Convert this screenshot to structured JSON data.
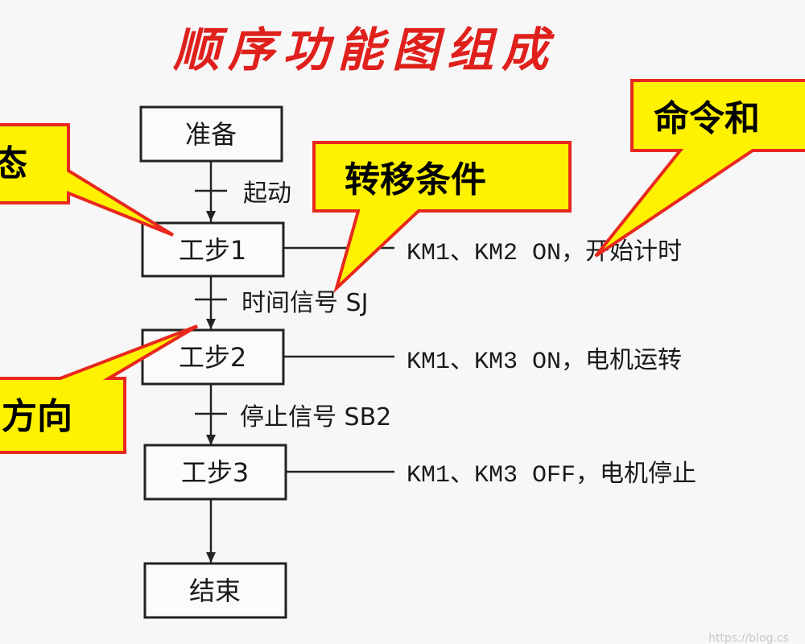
{
  "title": "顺序功能图组成",
  "steps": [
    {
      "label": "准备"
    },
    {
      "label": "工步1",
      "action": "KM1、KM2 ON，开始计时"
    },
    {
      "label": "工步2",
      "action": "KM1、KM3 ON，电机运转"
    },
    {
      "label": "工步3",
      "action": "KM1、KM3 OFF，电机停止"
    },
    {
      "label": "结束"
    }
  ],
  "transitions": [
    "起动",
    "时间信号 SJ",
    "停止信号 SB2"
  ],
  "callouts": {
    "state": "态",
    "transition_condition": "转移条件",
    "command": "命令和",
    "direction": "方向"
  },
  "colors": {
    "title": "#e0201c",
    "callout_fill": "#fff200",
    "callout_border": "#e8281e"
  },
  "watermark": "https://blog.cs"
}
